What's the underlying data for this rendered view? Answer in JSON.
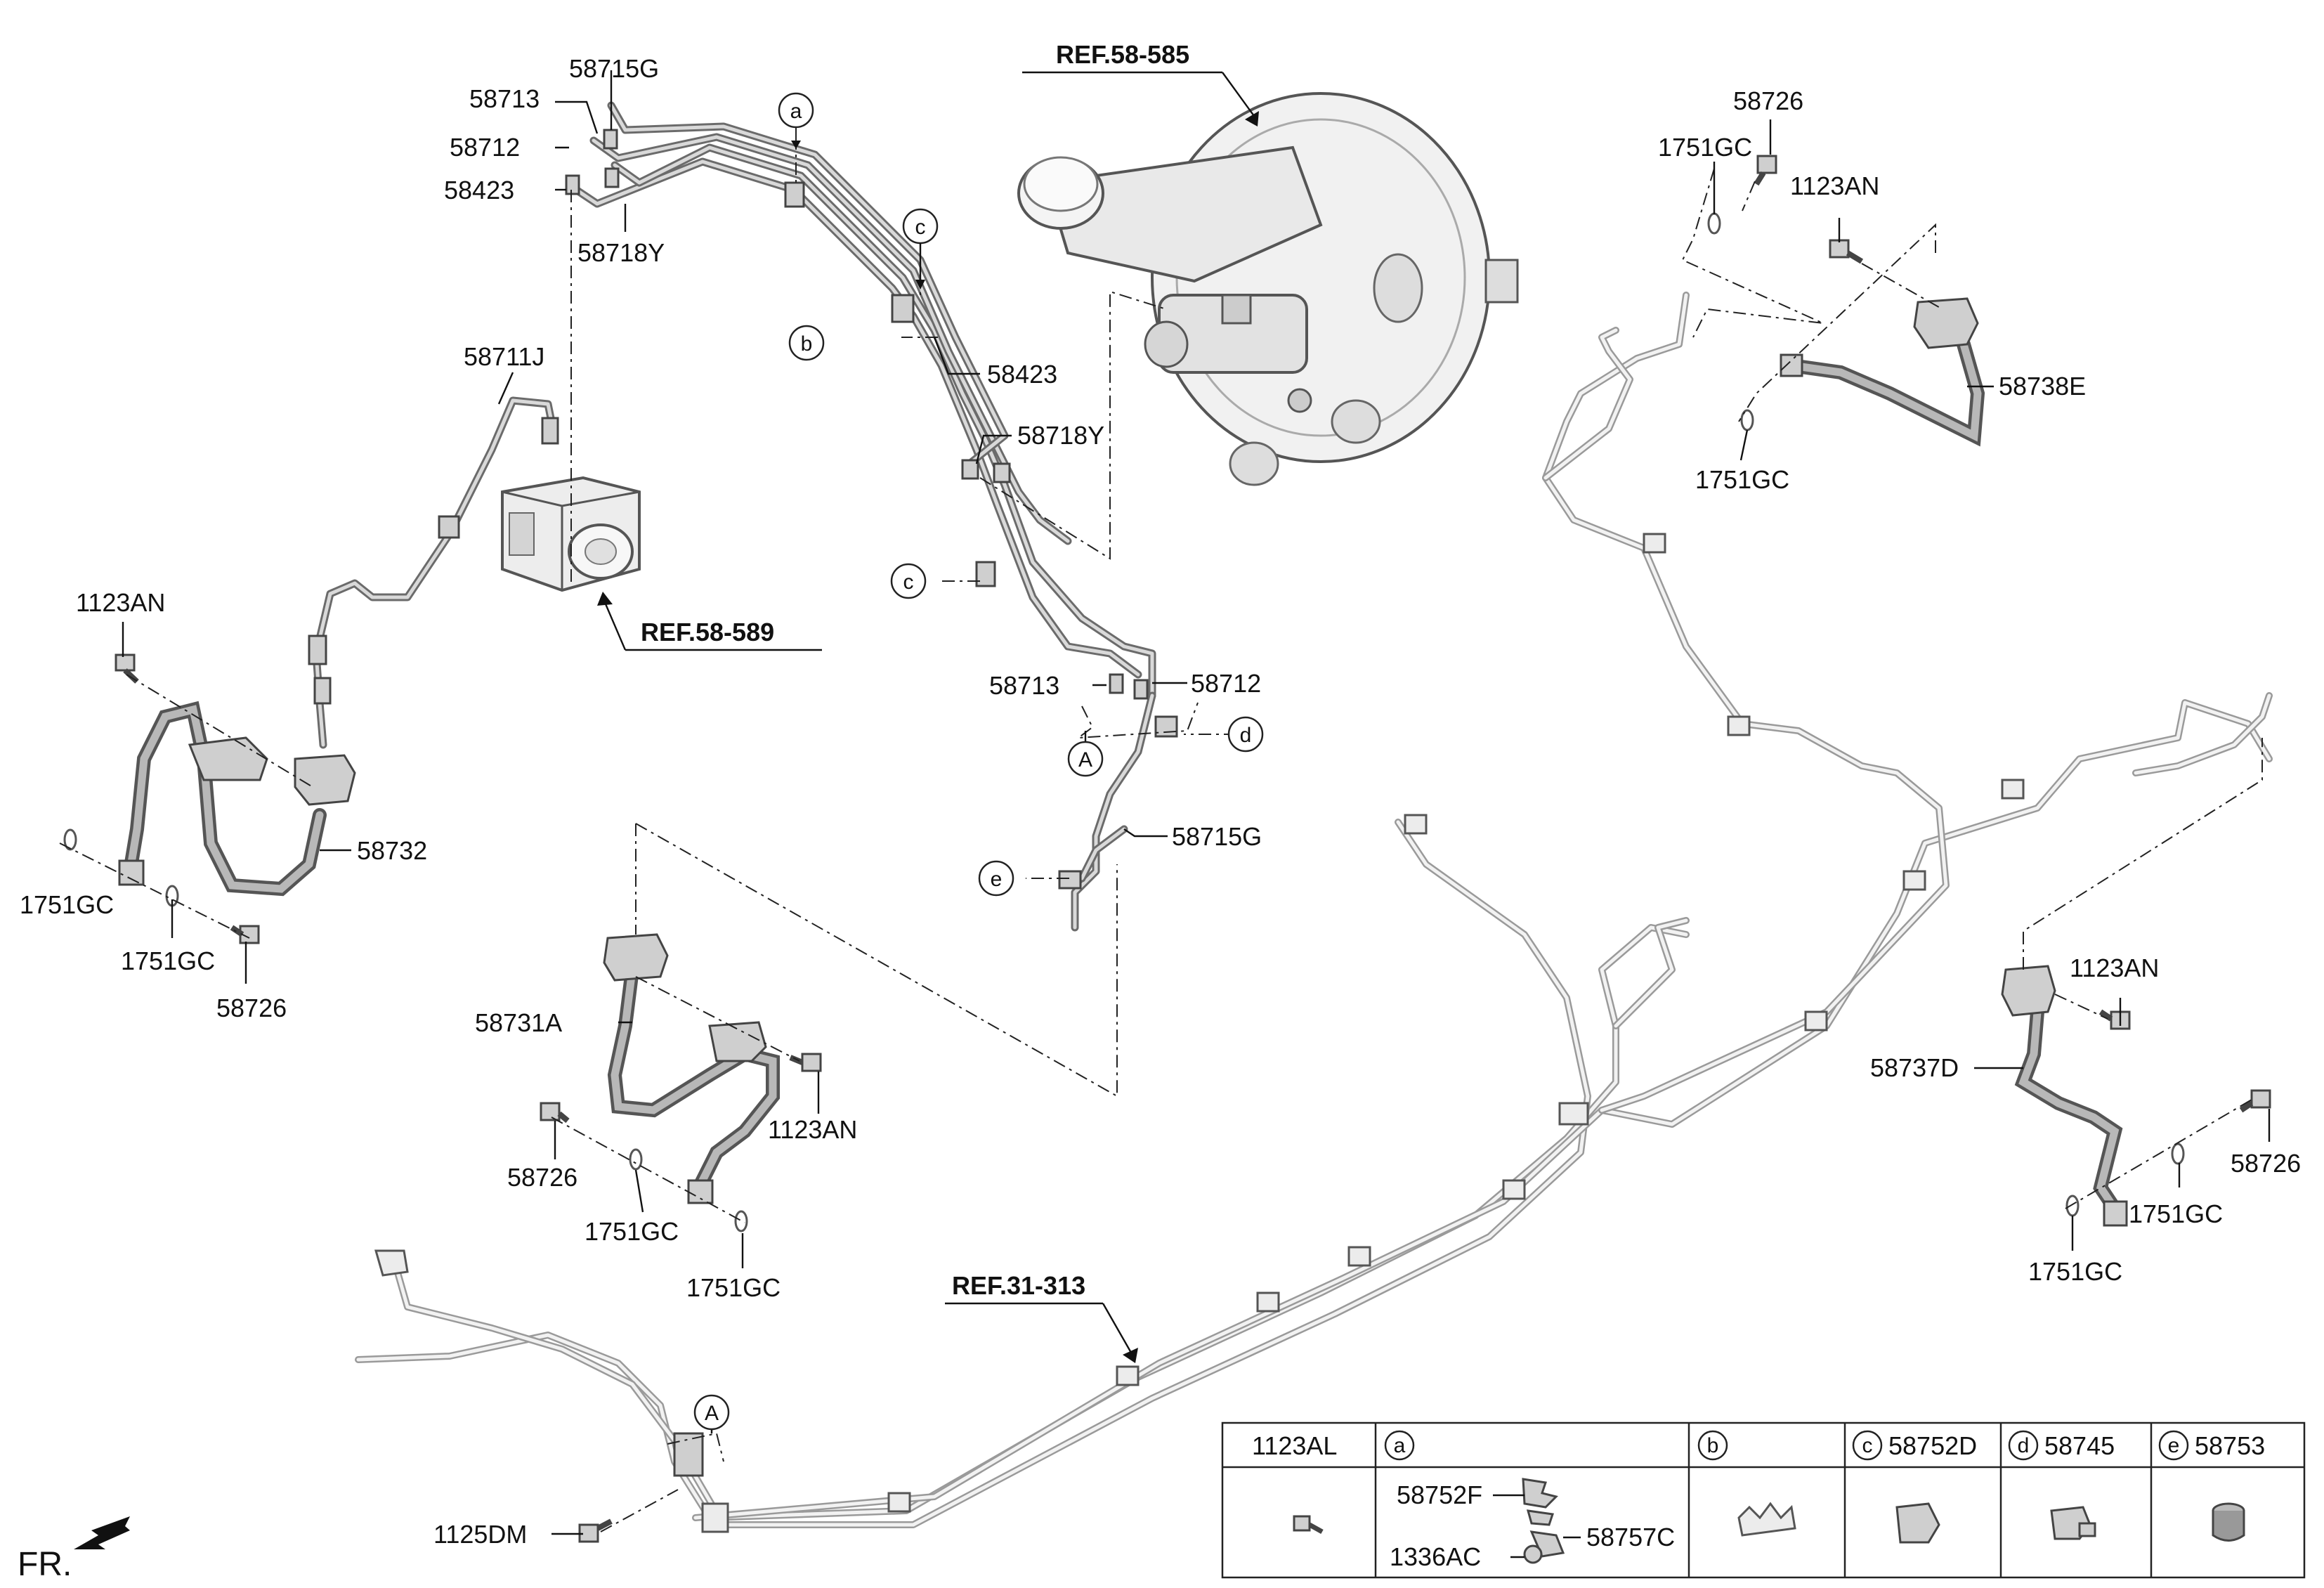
{
  "labels": {
    "l_58715G_top": "58715G",
    "l_58713_top": "58713",
    "l_58712_top": "58712",
    "l_58423_top": "58423",
    "l_58718Y_top": "58718Y",
    "l_58711J": "58711J",
    "l_58423_mid": "58423",
    "l_58718Y_mid": "58718Y",
    "l_58713_mid": "58713",
    "l_58712_mid": "58712",
    "l_58715G_mid": "58715G",
    "l_1123AN_left": "1123AN",
    "l_58732": "58732",
    "l_1751GC_l1": "1751GC",
    "l_1751GC_l2": "1751GC",
    "l_58726_left": "58726",
    "l_58731A": "58731A",
    "l_1123AN_mid": "1123AN",
    "l_58726_mid": "58726",
    "l_1751GC_m1": "1751GC",
    "l_1751GC_m2": "1751GC",
    "l_58726_tr": "58726",
    "l_1751GC_tr1": "1751GC",
    "l_1123AN_tr": "1123AN",
    "l_58738E": "58738E",
    "l_1751GC_tr2": "1751GC",
    "l_1123AN_rr": "1123AN",
    "l_58737D": "58737D",
    "l_58726_rr": "58726",
    "l_1751GC_rr1": "1751GC",
    "l_1751GC_rr2": "1751GC",
    "l_1125DM": "1125DM"
  },
  "references": {
    "ref_58585": "REF.58-585",
    "ref_58589": "REF.58-589",
    "ref_31313": "REF.31-313"
  },
  "callouts": {
    "a": "a",
    "b": "b",
    "c1": "c",
    "c2": "c",
    "d": "d",
    "e": "e",
    "A_top": "A",
    "A_bottom": "A"
  },
  "front_marker": "FR.",
  "legend": {
    "headers": [
      {
        "letter": "",
        "code": "1123AL"
      },
      {
        "letter": "a",
        "code": ""
      },
      {
        "letter": "b",
        "code": ""
      },
      {
        "letter": "c",
        "code": "58752D"
      },
      {
        "letter": "d",
        "code": "58745"
      },
      {
        "letter": "e",
        "code": "58753"
      }
    ],
    "sub_labels": {
      "clip_a_top": "58752F",
      "clip_a_side": "58757C",
      "nut_a": "1336AC"
    }
  },
  "colors": {
    "line": "#111111",
    "pipe_dark": "#6b6b6b",
    "pipe_light": "#9a9a9a",
    "part_fill": "#cfcfcf",
    "background": "#ffffff"
  }
}
